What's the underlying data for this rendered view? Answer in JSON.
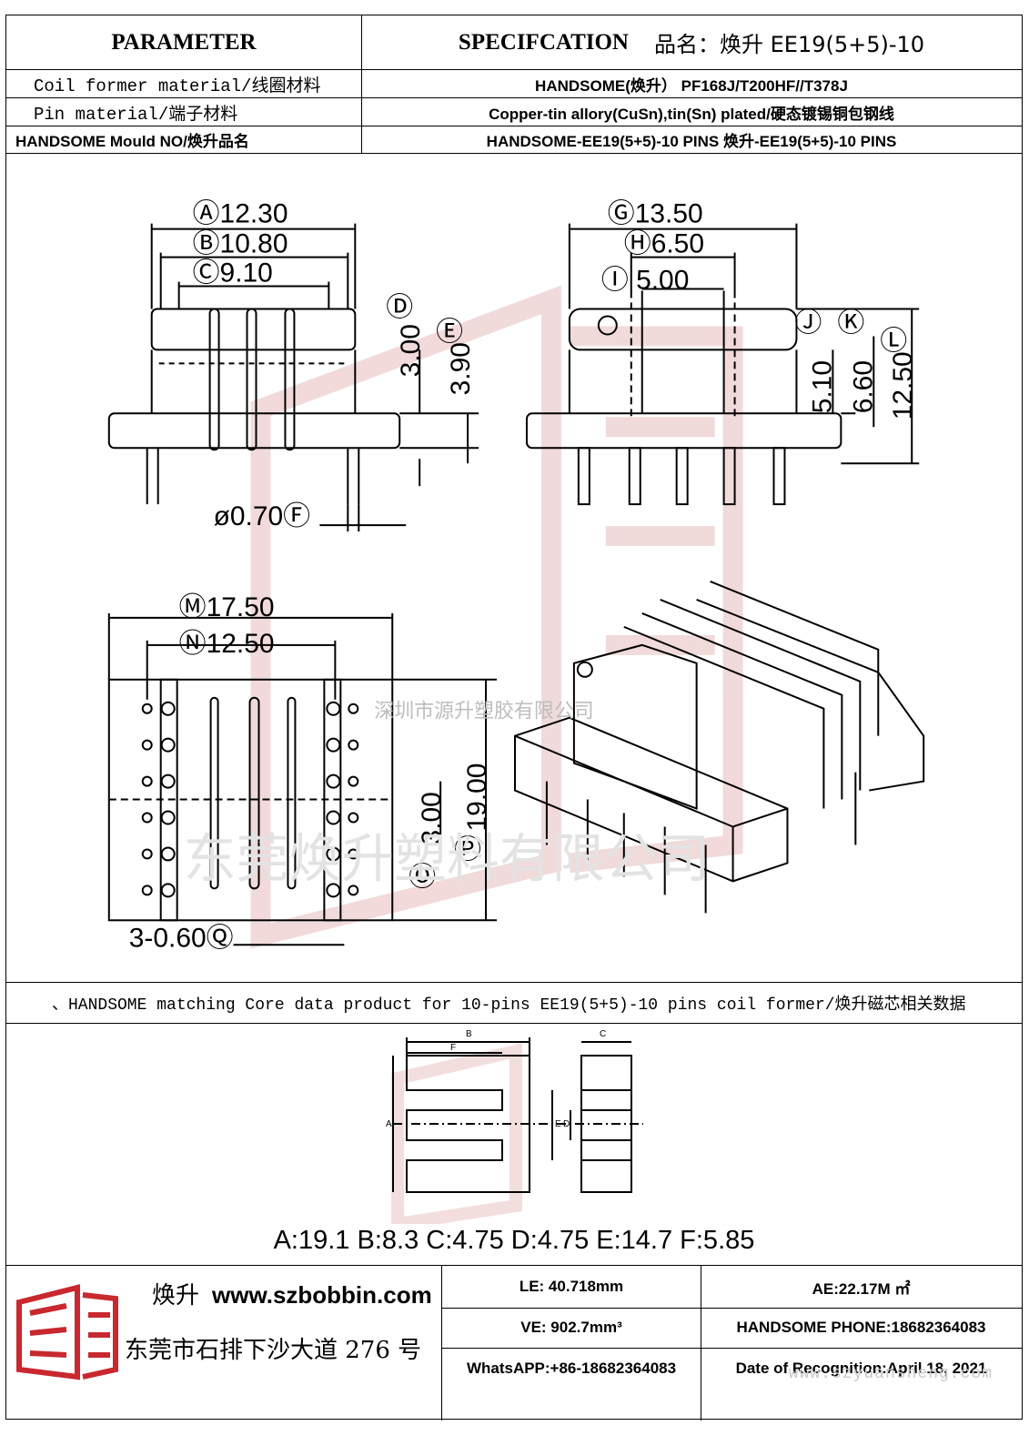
{
  "header": {
    "parameter": "PARAMETER",
    "specification": "SPECIFCATION",
    "product_name": "品名：焕升 EE19(5+5)-10"
  },
  "rows": [
    {
      "label": "Coil former material/线圈材料",
      "value": "HANDSOME(焕升） PF168J/T200HF//T378J"
    },
    {
      "label": "Pin material/端子材料",
      "value": "Copper-tin allory(CuSn),tin(Sn) plated/硬态镀锡铜包钢线"
    },
    {
      "label": "HANDSOME Mould NO/焕升品名",
      "value": "HANDSOME-EE19(5+5)-10 PINS  焕升-EE19(5+5)-10 PINS"
    }
  ],
  "dimensions": {
    "A": "12.30",
    "B": "10.80",
    "C": "9.10",
    "D": "3.00",
    "E": "3.90",
    "F": "ø0.70",
    "G": "13.50",
    "H": "6.50",
    "I": "5.00",
    "J": "5.10",
    "K": "6.60",
    "L": "12.50",
    "M": "17.50",
    "N": "12.50",
    "O": "3.00",
    "P": "19.00",
    "Q": "3-0.60"
  },
  "watermarks": {
    "company_shenzhen": "深圳市源升塑胶有限公司",
    "company_dongguan": "东莞焕升塑料有限公司",
    "url": "www.szyuansheng.com"
  },
  "core": {
    "caption": "、HANDSOME matching Core data  product for 10-pins EE19(5+5)-10 pins coil former/焕升磁芯相关数据",
    "values": "A:19.1 B:8.3 C:4.75 D:4.75 E:14.7 F:5.85",
    "letters": {
      "A": "A",
      "B": "B",
      "C": "C",
      "D": "D",
      "E": "E",
      "F": "F"
    }
  },
  "footer": {
    "brand_cn": "焕升",
    "website": "www.szbobbin.com",
    "address": "东莞市石排下沙大道 276 号",
    "le": "LE: 40.718mm",
    "ae": "AE:22.17M ㎡",
    "ve": "VE: 902.7mm³",
    "phone": "HANDSOME PHONE:18682364083",
    "whatsapp": "WhatsAPP:+86-18682364083",
    "date": "Date of Recognition:April 18, 2021"
  },
  "colors": {
    "watermark_red": "#e9c2c2",
    "logo_red": "#c8282e",
    "watermark_gray": "#c9c9c9"
  }
}
